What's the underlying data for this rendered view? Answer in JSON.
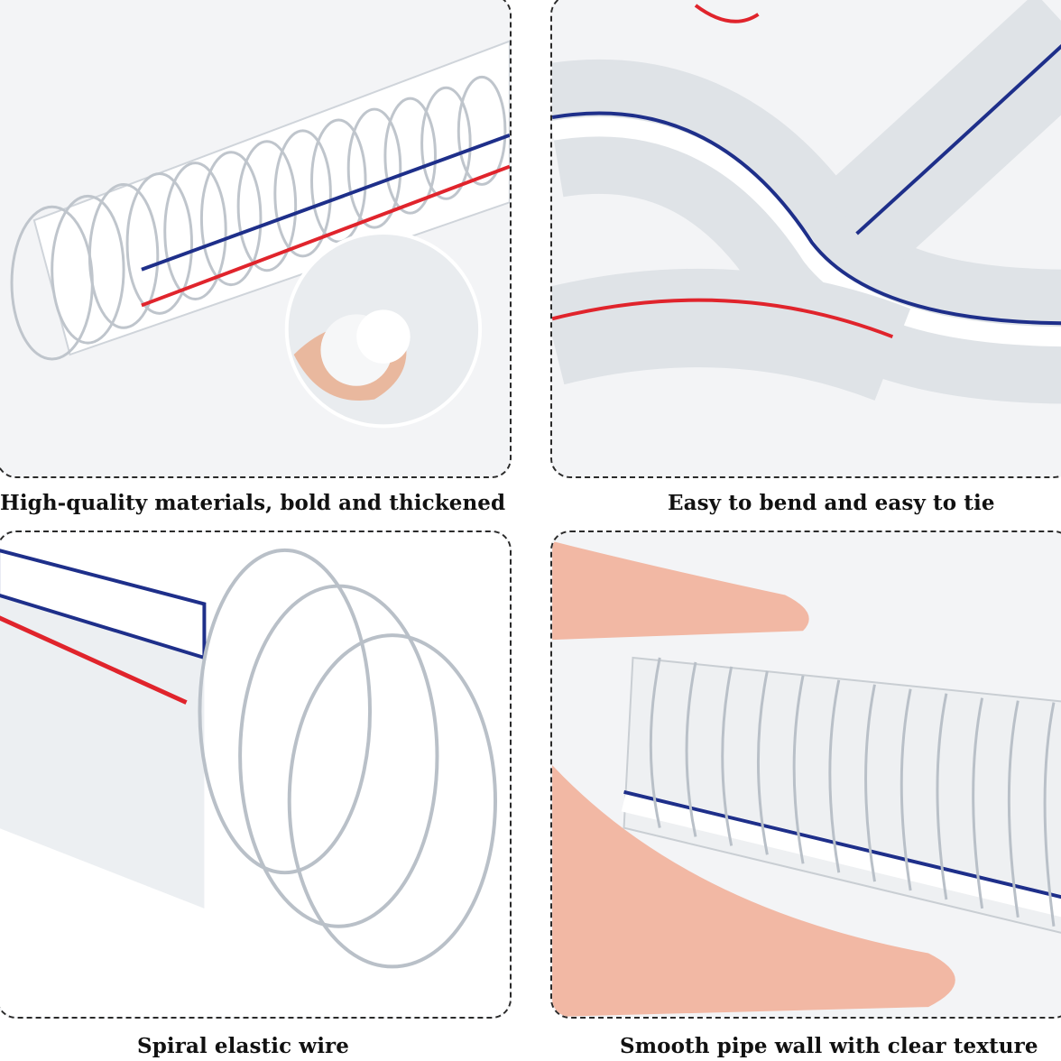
{
  "captions": {
    "top_left": "High-quality materials, bold and thickened",
    "top_right": "Easy to bend and easy to tie",
    "bottom_left": "Spiral elastic wire",
    "bottom_right": "Smooth pipe wall with clear texture"
  },
  "colors": {
    "stripe_red": "#e0242c",
    "stripe_blue": "#1e2f8a",
    "wire": "#b9c0c8",
    "skin": "#f2b8a4"
  }
}
